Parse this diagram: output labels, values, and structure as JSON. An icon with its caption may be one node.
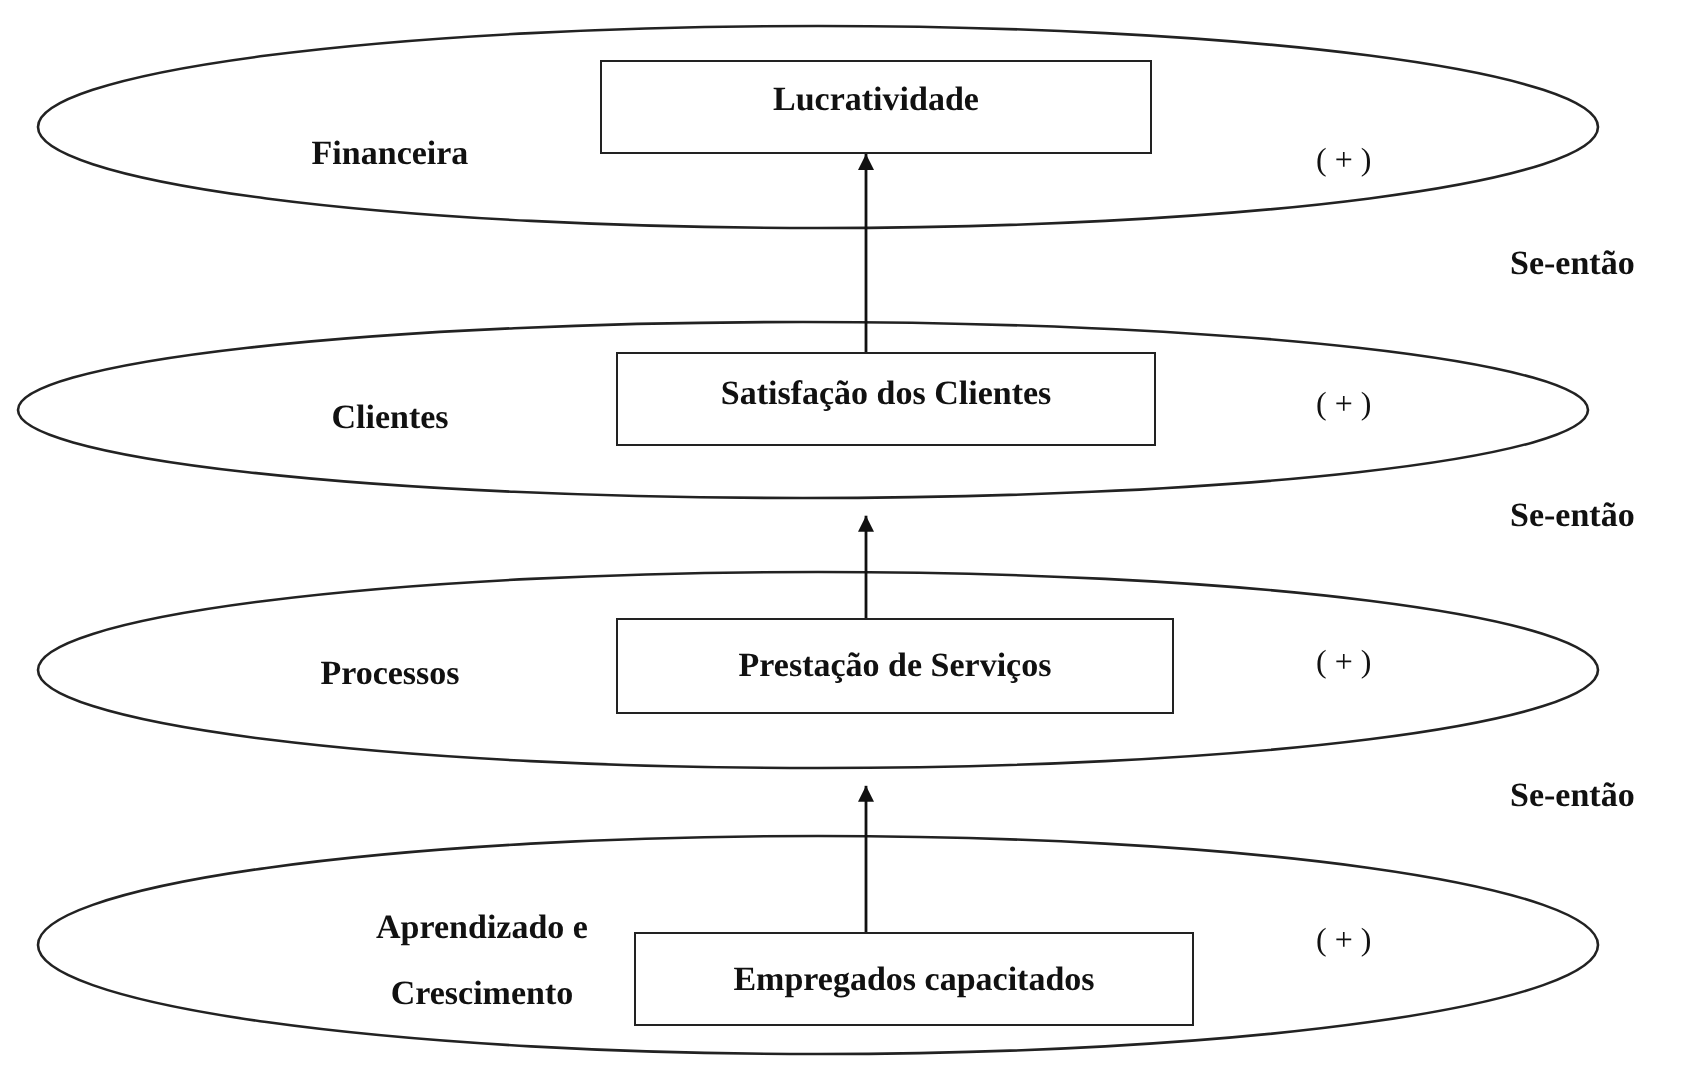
{
  "diagram": {
    "nodes": [
      {
        "text": [
          "Financeira",
          "( + )"
        ]
      },
      {
        "text": [
          "Lucratividade"
        ],
        "in": 0
      },
      {
        "text": [
          "Clientes",
          "( + )"
        ]
      },
      {
        "text": [
          "Satisfação dos Clientes"
        ],
        "in": 2
      },
      {
        "text": [
          "Processos",
          "( + )"
        ]
      },
      {
        "text": [
          "Prestação de Serviços"
        ],
        "in": 4
      },
      {
        "text": [
          "Aprendizado e Crescimento",
          "( + )"
        ]
      },
      {
        "text": [
          "Empregados capacitados"
        ],
        "in": 6
      }
    ],
    "edges": [
      {
        "from": 3,
        "to": 1,
        "arrow": "to"
      },
      {
        "from": 5,
        "to": 2,
        "arrow": "to"
      },
      {
        "from": 7,
        "to": 4,
        "arrow": "to"
      }
    ],
    "labels": [
      "Se-então",
      "Se-então",
      "Se-então"
    ]
  }
}
